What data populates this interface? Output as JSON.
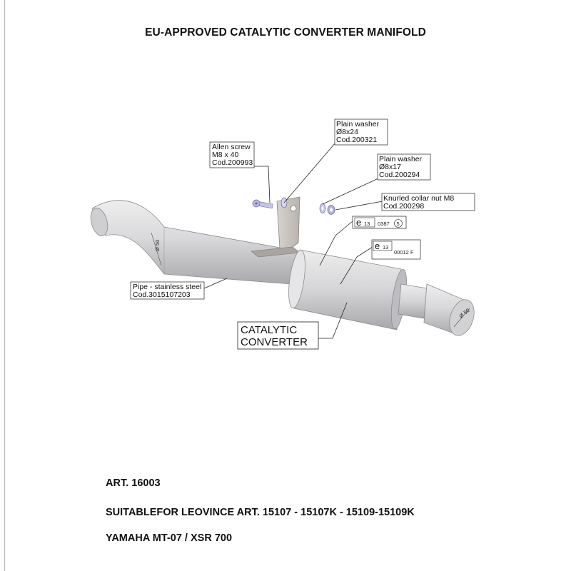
{
  "title": "EU-APPROVED CATALYTIC CONVERTER MANIFOLD",
  "labels": {
    "allen_screw": [
      "Allen screw",
      "M8 x 40",
      "Cod.200993"
    ],
    "plain_washer_large": [
      "Plain washer",
      "Ø8x24",
      "Cod.200321"
    ],
    "plain_washer_small": [
      "Plain washer",
      "Ø8x17",
      "Cod.200294"
    ],
    "knurled_nut": [
      "Knurled collar nut M8",
      "Cod.200298"
    ],
    "pipe": [
      "Pipe - stainless steel",
      "Cod.3015107203"
    ],
    "catalytic_converter": [
      "CATALYTIC",
      "CONVERTER"
    ]
  },
  "approval_marks": {
    "mark_1": {
      "e": "e",
      "country": "13",
      "number": "0387",
      "circled": "5"
    },
    "mark_2": {
      "e": "e",
      "country": "13",
      "number": "00012 F"
    }
  },
  "dimensions": {
    "pipe_diameter": "Ø 50",
    "outlet_diameter": "Ø 50"
  },
  "info": {
    "art": "ART. 16003",
    "suitable": "SUITABLEFOR LEOVINCE  ART. 15107 - 15107K - 15109-15109K",
    "model": "YAMAHA MT-07 / XSR 700"
  },
  "colors": {
    "metal": "#d6d6d8",
    "metal_shadow": "#a9a9ad",
    "bracket": "#c9c4c0",
    "washer": "#b8b8ea"
  }
}
